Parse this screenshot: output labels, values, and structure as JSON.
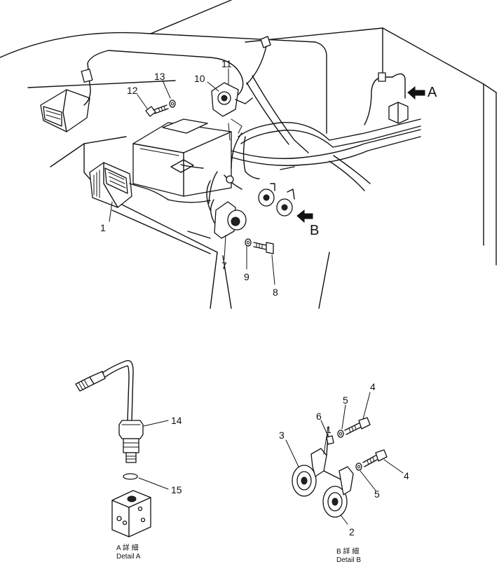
{
  "callouts": {
    "c1": "1",
    "c7": "7",
    "c8": "8",
    "c9": "9",
    "c10": "10",
    "c11": "11",
    "c12": "12",
    "c13": "13",
    "detail_a_14": "14",
    "detail_a_15": "15",
    "detail_b_1": "1",
    "detail_b_2": "2",
    "detail_b_3": "3",
    "detail_b_4a": "4",
    "detail_b_4b": "4",
    "detail_b_5a": "5",
    "detail_b_5b": "5",
    "detail_b_6": "6"
  },
  "view_markers": {
    "a": "A",
    "b": "B"
  },
  "captions": {
    "detail_a_jp": "A 詳 細",
    "detail_a_en": "Detail A",
    "detail_b_jp": "B 詳 細",
    "detail_b_en": "Detail B"
  }
}
